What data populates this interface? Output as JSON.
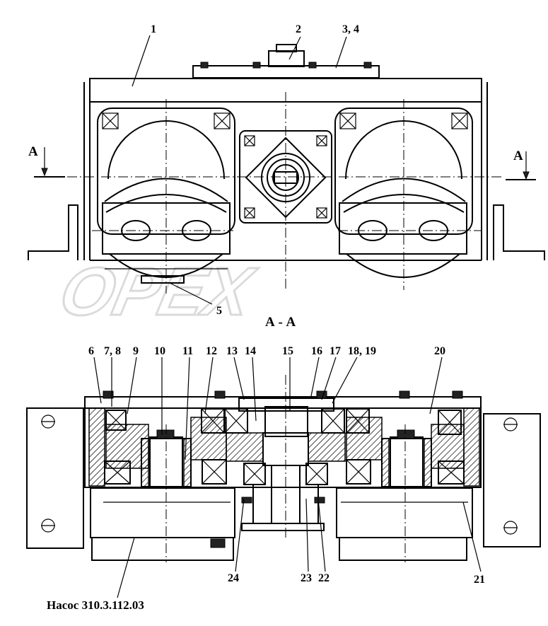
{
  "drawing": {
    "section_label": "А - А",
    "section_mark_left": "А",
    "section_mark_right": "А",
    "caption": "Насос 310.3.112.03",
    "watermark": "OPEX",
    "callouts_top": [
      {
        "id": "1",
        "text": "1"
      },
      {
        "id": "2",
        "text": "2"
      },
      {
        "id": "3-4",
        "text": "3, 4"
      },
      {
        "id": "5",
        "text": "5"
      }
    ],
    "callouts_section_top": [
      {
        "id": "6",
        "text": "6"
      },
      {
        "id": "7-8",
        "text": "7, 8"
      },
      {
        "id": "9",
        "text": "9"
      },
      {
        "id": "10",
        "text": "10"
      },
      {
        "id": "11",
        "text": "11"
      },
      {
        "id": "12",
        "text": "12"
      },
      {
        "id": "13",
        "text": "13"
      },
      {
        "id": "14",
        "text": "14"
      },
      {
        "id": "15",
        "text": "15"
      },
      {
        "id": "16",
        "text": "16"
      },
      {
        "id": "17",
        "text": "17"
      },
      {
        "id": "18-19",
        "text": "18, 19"
      },
      {
        "id": "20",
        "text": "20"
      }
    ],
    "callouts_section_bottom": [
      {
        "id": "24",
        "text": "24"
      },
      {
        "id": "23",
        "text": "23"
      },
      {
        "id": "22",
        "text": "22"
      },
      {
        "id": "21",
        "text": "21"
      }
    ]
  }
}
